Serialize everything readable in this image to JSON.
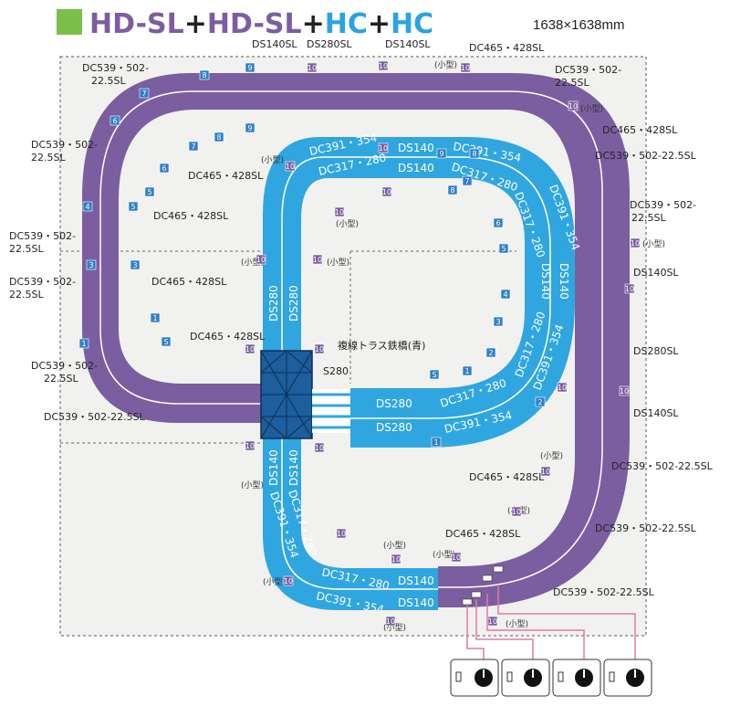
{
  "header": {
    "part1": "HD-SL",
    "plus1": "+",
    "part2": "HD-SL",
    "plus2": "+",
    "part3": "HC",
    "plus3": "+",
    "part4": "HC",
    "dimensions": "1638×1638mm"
  },
  "colors": {
    "accent_square": "#7cbf4a",
    "outer_track": "#7b5ea0",
    "inner_track": "#2fa6e0",
    "title_purple": "#7b5ea0",
    "title_blue": "#2aa3df",
    "title_black": "#222222",
    "wire": "#e07aa8"
  },
  "outer_labels": {
    "dc539_a": "DC539・502-",
    "dc539_a2": "22.5SL",
    "ds140sl_top": "DS140SL",
    "ds280sl_top": "DS280SL",
    "ds140sl_top2": "DS140SL",
    "dc465_top": "DC465・428SL",
    "dc539_tr": "DC539・502-",
    "dc539_tr2": "22.5SL",
    "dc465_r1": "DC465・428SL",
    "dc539_r1": "DC539・502-22.5SL",
    "dc539_r2": "DC539・502-",
    "dc539_r2b": "22.5SL",
    "ds140sl_r": "DS140SL",
    "ds280sl_r": "DS280SL",
    "ds140sl_r2": "DS140SL",
    "dc539_r3": "DC539・502-22.5SL",
    "dc465_b1": "DC465・428SL",
    "dc539_b1": "DC539・502-22.5SL",
    "dc465_b2": "DC465・428SL",
    "dc539_b2": "DC539・502-22.5SL",
    "dc539_l1": "DC539・502-",
    "dc539_l1b": "22.5SL",
    "dc465_l1": "DC465・428SL",
    "dc465_l2": "DC465・428SL",
    "dc539_l2": "DC539・502-",
    "dc539_l2b": "22.5SL",
    "dc539_l3": "DC539・502-",
    "dc539_l3b": "22.5SL",
    "dc465_l3": "DC465・428SL",
    "dc465_l4": "DC465・428SL",
    "dc539_l4": "DC539・502-",
    "dc539_l4b": "22.5SL",
    "dc539_l5": "DC539・502-22.5SL",
    "dc465_inner_l": "DC465・428SL"
  },
  "inner_labels": {
    "ds140_a": "DS140",
    "ds140_b": "DS140",
    "dc391_tl": "DC391・354",
    "dc317_tl": "DC317・280",
    "dc391_tr": "DC391・354",
    "dc317_tr": "DC317・280",
    "dc391_r": "DC391・354",
    "dc317_r": "DC317・280",
    "ds140_r1": "DS140",
    "ds140_r2": "DS140",
    "dc317_r2": "DC317・280",
    "dc391_r2": "DC391・354",
    "dc317_b": "DC317・280",
    "dc391_b": "DC391・354",
    "ds280_l1": "DS280",
    "ds280_l2": "DS280",
    "ds280_h1": "DS280",
    "ds280_h2": "DS280",
    "ds140_l1": "DS140",
    "ds140_l2": "DS140",
    "dc391_bl": "DC391・354",
    "dc317_bl": "DC317・280",
    "dc317_bb": "DC317・280",
    "dc391_bb": "DC391・354",
    "ds140_bb1": "DS140",
    "ds140_bb2": "DS140",
    "bridge": "複線トラス鉄橋(青)",
    "s280": "S280"
  },
  "small_tag": "(小型)",
  "piece_numbers": [
    "1",
    "2",
    "3",
    "4",
    "5",
    "6",
    "7",
    "8",
    "9",
    "10",
    "S"
  ]
}
